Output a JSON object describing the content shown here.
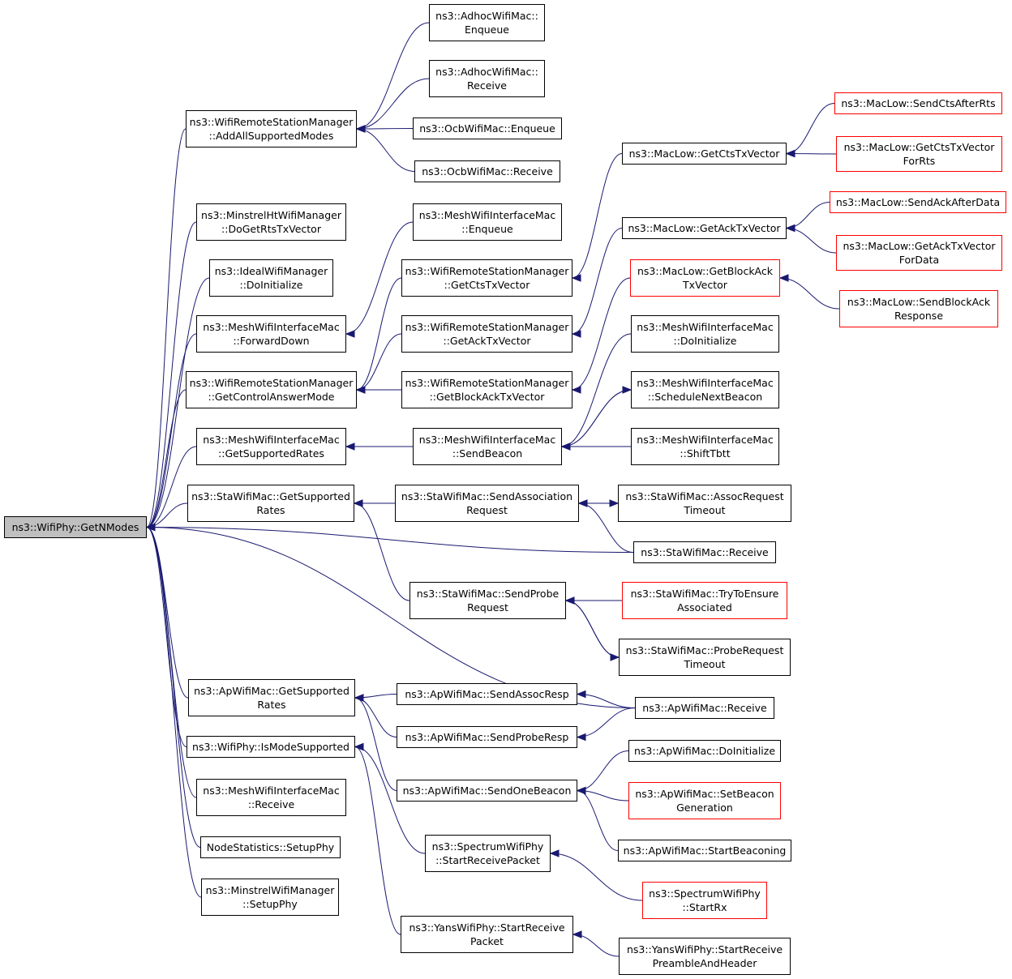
{
  "nodes": [
    {
      "id": "root",
      "label": "ns3::WifiPhy::GetNModes",
      "style": "root"
    },
    {
      "id": "n1",
      "label": "ns3::WifiRemoteStationManager\n::AddAllSupportedModes",
      "style": "black"
    },
    {
      "id": "n2",
      "label": "ns3::AdhocWifiMac::\nEnqueue",
      "style": "black"
    },
    {
      "id": "n3",
      "label": "ns3::AdhocWifiMac::\nReceive",
      "style": "black"
    },
    {
      "id": "n4",
      "label": "ns3::OcbWifiMac::Enqueue",
      "style": "black"
    },
    {
      "id": "n5",
      "label": "ns3::OcbWifiMac::Receive",
      "style": "black"
    },
    {
      "id": "n6",
      "label": "ns3::MinstrelHtWifiManager\n::DoGetRtsTxVector",
      "style": "black"
    },
    {
      "id": "n7",
      "label": "ns3::IdealWifiManager\n::DoInitialize",
      "style": "black"
    },
    {
      "id": "n8",
      "label": "ns3::MeshWifiInterfaceMac\n::ForwardDown",
      "style": "black"
    },
    {
      "id": "n9",
      "label": "ns3::MeshWifiInterfaceMac\n::Enqueue",
      "style": "black"
    },
    {
      "id": "n10",
      "label": "ns3::WifiRemoteStationManager\n::GetControlAnswerMode",
      "style": "black"
    },
    {
      "id": "n11",
      "label": "ns3::WifiRemoteStationManager\n::GetCtsTxVector",
      "style": "black"
    },
    {
      "id": "n12",
      "label": "ns3::MacLow::GetCtsTxVector",
      "style": "black"
    },
    {
      "id": "n13",
      "label": "ns3::MacLow::SendCtsAfterRts",
      "style": "red"
    },
    {
      "id": "n14",
      "label": "ns3::MacLow::GetCtsTxVector\nForRts",
      "style": "red"
    },
    {
      "id": "n15",
      "label": "ns3::WifiRemoteStationManager\n::GetAckTxVector",
      "style": "black"
    },
    {
      "id": "n16",
      "label": "ns3::MacLow::GetAckTxVector",
      "style": "black"
    },
    {
      "id": "n17",
      "label": "ns3::MacLow::SendAckAfterData",
      "style": "red"
    },
    {
      "id": "n18",
      "label": "ns3::MacLow::GetAckTxVector\nForData",
      "style": "red"
    },
    {
      "id": "n19",
      "label": "ns3::WifiRemoteStationManager\n::GetBlockAckTxVector",
      "style": "black"
    },
    {
      "id": "n20",
      "label": "ns3::MacLow::GetBlockAck\nTxVector",
      "style": "red"
    },
    {
      "id": "n21",
      "label": "ns3::MacLow::SendBlockAck\nResponse",
      "style": "red"
    },
    {
      "id": "n22",
      "label": "ns3::MeshWifiInterfaceMac\n::GetSupportedRates",
      "style": "black"
    },
    {
      "id": "n23",
      "label": "ns3::MeshWifiInterfaceMac\n::SendBeacon",
      "style": "black"
    },
    {
      "id": "n24",
      "label": "ns3::MeshWifiInterfaceMac\n::DoInitialize",
      "style": "black"
    },
    {
      "id": "n25",
      "label": "ns3::MeshWifiInterfaceMac\n::ScheduleNextBeacon",
      "style": "black"
    },
    {
      "id": "n26",
      "label": "ns3::MeshWifiInterfaceMac\n::ShiftTbtt",
      "style": "black"
    },
    {
      "id": "n27",
      "label": "ns3::StaWifiMac::GetSupported\nRates",
      "style": "black"
    },
    {
      "id": "n28",
      "label": "ns3::StaWifiMac::SendAssociation\nRequest",
      "style": "black"
    },
    {
      "id": "n29",
      "label": "ns3::StaWifiMac::AssocRequest\nTimeout",
      "style": "black"
    },
    {
      "id": "n30",
      "label": "ns3::StaWifiMac::Receive",
      "style": "black"
    },
    {
      "id": "n31",
      "label": "ns3::StaWifiMac::SendProbe\nRequest",
      "style": "black"
    },
    {
      "id": "n32",
      "label": "ns3::StaWifiMac::TryToEnsure\nAssociated",
      "style": "red"
    },
    {
      "id": "n33",
      "label": "ns3::StaWifiMac::ProbeRequest\nTimeout",
      "style": "black"
    },
    {
      "id": "n34",
      "label": "ns3::ApWifiMac::GetSupported\nRates",
      "style": "black"
    },
    {
      "id": "n35",
      "label": "ns3::ApWifiMac::SendAssocResp",
      "style": "black"
    },
    {
      "id": "n36",
      "label": "ns3::ApWifiMac::Receive",
      "style": "black"
    },
    {
      "id": "n37",
      "label": "ns3::ApWifiMac::SendProbeResp",
      "style": "black"
    },
    {
      "id": "n38",
      "label": "ns3::WifiPhy::IsModeSupported",
      "style": "black"
    },
    {
      "id": "n39",
      "label": "ns3::ApWifiMac::SendOneBeacon",
      "style": "black"
    },
    {
      "id": "n40",
      "label": "ns3::ApWifiMac::DoInitialize",
      "style": "black"
    },
    {
      "id": "n41",
      "label": "ns3::ApWifiMac::SetBeacon\nGeneration",
      "style": "red"
    },
    {
      "id": "n42",
      "label": "ns3::ApWifiMac::StartBeaconing",
      "style": "black"
    },
    {
      "id": "n43",
      "label": "ns3::MeshWifiInterfaceMac\n::Receive",
      "style": "black"
    },
    {
      "id": "n44",
      "label": "ns3::SpectrumWifiPhy\n::StartReceivePacket",
      "style": "black"
    },
    {
      "id": "n45",
      "label": "ns3::SpectrumWifiPhy\n::StartRx",
      "style": "red"
    },
    {
      "id": "n46",
      "label": "NodeStatistics::SetupPhy",
      "style": "black"
    },
    {
      "id": "n47",
      "label": "ns3::MinstrelWifiManager\n::SetupPhy",
      "style": "black"
    },
    {
      "id": "n48",
      "label": "ns3::YansWifiPhy::StartReceive\nPacket",
      "style": "black"
    },
    {
      "id": "n49",
      "label": "ns3::YansWifiPhy::StartReceive\nPreambleAndHeader",
      "style": "black"
    }
  ],
  "edges": [
    [
      "n1",
      "root"
    ],
    [
      "n6",
      "root"
    ],
    [
      "n7",
      "root"
    ],
    [
      "n8",
      "root"
    ],
    [
      "n10",
      "root"
    ],
    [
      "n22",
      "root"
    ],
    [
      "n27",
      "root"
    ],
    [
      "n30",
      "root"
    ],
    [
      "n36",
      "root"
    ],
    [
      "n34",
      "root"
    ],
    [
      "n38",
      "root"
    ],
    [
      "n43",
      "root"
    ],
    [
      "n46",
      "root"
    ],
    [
      "n47",
      "root"
    ],
    [
      "n2",
      "n1"
    ],
    [
      "n3",
      "n1"
    ],
    [
      "n4",
      "n1"
    ],
    [
      "n5",
      "n1"
    ],
    [
      "n9",
      "n8"
    ],
    [
      "n11",
      "n10"
    ],
    [
      "n15",
      "n10"
    ],
    [
      "n19",
      "n10"
    ],
    [
      "n12",
      "n11"
    ],
    [
      "n13",
      "n12"
    ],
    [
      "n14",
      "n12"
    ],
    [
      "n16",
      "n15"
    ],
    [
      "n17",
      "n16"
    ],
    [
      "n18",
      "n16"
    ],
    [
      "n20",
      "n19"
    ],
    [
      "n21",
      "n20"
    ],
    [
      "n23",
      "n22"
    ],
    [
      "n24",
      "n23"
    ],
    [
      "n25",
      "n23"
    ],
    [
      "n26",
      "n23"
    ],
    [
      "n23",
      "n25"
    ],
    [
      "n28",
      "n27"
    ],
    [
      "n31",
      "n27"
    ],
    [
      "n29",
      "n28"
    ],
    [
      "n28",
      "n29"
    ],
    [
      "n30",
      "n28"
    ],
    [
      "n32",
      "n31"
    ],
    [
      "n33",
      "n31"
    ],
    [
      "n31",
      "n33"
    ],
    [
      "n35",
      "n34"
    ],
    [
      "n37",
      "n34"
    ],
    [
      "n39",
      "n34"
    ],
    [
      "n36",
      "n35"
    ],
    [
      "n36",
      "n37"
    ],
    [
      "n40",
      "n39"
    ],
    [
      "n41",
      "n39"
    ],
    [
      "n42",
      "n39"
    ],
    [
      "n44",
      "n38"
    ],
    [
      "n48",
      "n38"
    ],
    [
      "n45",
      "n44"
    ],
    [
      "n49",
      "n48"
    ]
  ]
}
